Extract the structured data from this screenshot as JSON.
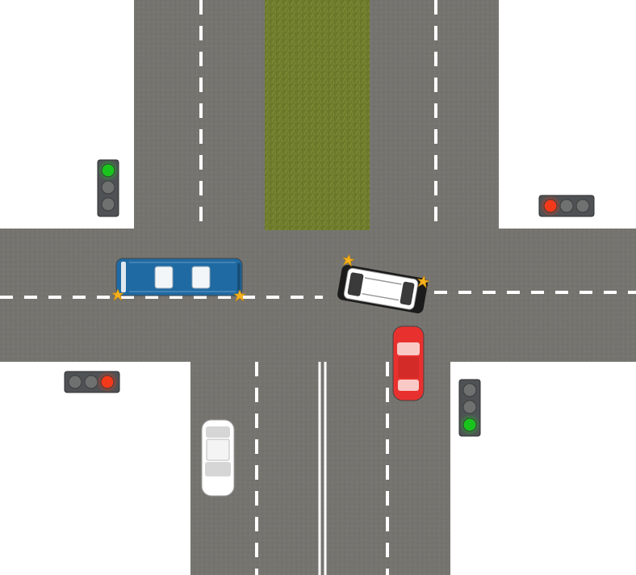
{
  "scene": {
    "kind": "top-down traffic intersection diagram",
    "colors": {
      "background": "#ffffff",
      "asphalt": "#76746f",
      "lane_marking": "#ffffff",
      "median_grass": "#6f7c2c",
      "signal_housing": "#4f5255",
      "signal_off": "#6e716f",
      "signal_red": "#f23a1a",
      "signal_green": "#19c51c",
      "impact_star": "#f5b21e"
    }
  },
  "traffic_lights": [
    {
      "id": "northwest",
      "orientation": "vertical",
      "active": "green",
      "active_position": "top"
    },
    {
      "id": "east",
      "orientation": "horizontal",
      "active": "red",
      "active_position": "left"
    },
    {
      "id": "southwest",
      "orientation": "horizontal",
      "active": "red",
      "active_position": "right"
    },
    {
      "id": "southeast",
      "orientation": "vertical",
      "active": "green",
      "active_position": "bottom"
    }
  ],
  "vehicles": [
    {
      "id": "van",
      "type": "van",
      "color": "#1f6aa3",
      "heading": "east",
      "impact_markers": 2
    },
    {
      "id": "suv",
      "type": "suv",
      "color": "#ffffff",
      "heading": "west",
      "impact_markers": 2
    },
    {
      "id": "red-car",
      "type": "car",
      "color": "#e8312e",
      "heading": "south"
    },
    {
      "id": "white-car",
      "type": "car",
      "color": "#ffffff",
      "heading": "north"
    }
  ]
}
